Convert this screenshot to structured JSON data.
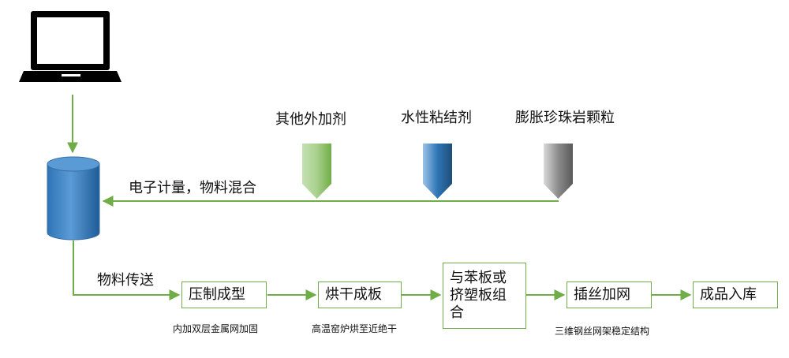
{
  "inputs": {
    "other_additives": "其他外加剂",
    "water_binder": "水性粘结剂",
    "perlite": "膨胀珍珠岩颗粒"
  },
  "mixing_label": "电子计量，物料混合",
  "transfer_label": "物料传送",
  "steps": {
    "press": "压制成型",
    "dry": "烘干成板",
    "combine_line1": "与苯板或",
    "combine_line2": "挤塑板组",
    "combine_line3": "合",
    "mesh": "插丝加网",
    "storage": "成品入库"
  },
  "notes": {
    "press_note": "内加双层金属网加固",
    "dry_note": "高温窑炉烘至近绝干",
    "mesh_note": "三维钢丝网架稳定结构"
  },
  "colors": {
    "arrow": "#70ad47",
    "cylinder": "#2e75b6",
    "hopper_green": "#a9d18e",
    "hopper_blue": "#2e75b6",
    "hopper_gray": "#8c8c8c"
  }
}
